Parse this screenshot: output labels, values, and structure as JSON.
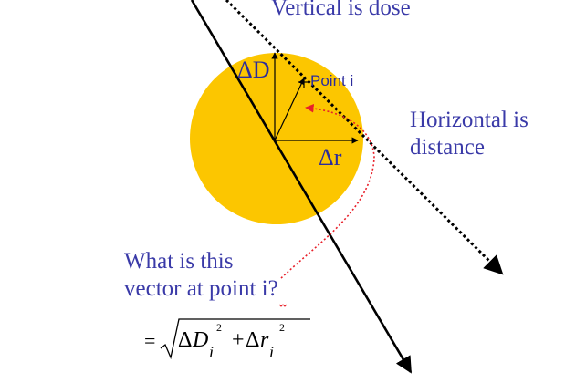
{
  "labels": {
    "vertical": "Vertical is dose",
    "horizontal_line1": "Horizontal is",
    "horizontal_line2": "distance",
    "delta_d": "ΔD",
    "delta_r": "Δr",
    "point": "Point  i",
    "question_line1": "What is this",
    "question_line2": "vector at point i?"
  },
  "formula": {
    "equals": "=",
    "delta": "Δ",
    "d_symbol": "D",
    "d_subscript": "i",
    "d_exponent": "2",
    "plus": "+",
    "r_symbol": "r",
    "r_subscript": "i",
    "r_exponent": "2"
  },
  "colors": {
    "circle_fill": "#fcc600",
    "label_blue": "#3a3aa8",
    "arrow_red": "#e8202a",
    "line_black": "#000000"
  }
}
